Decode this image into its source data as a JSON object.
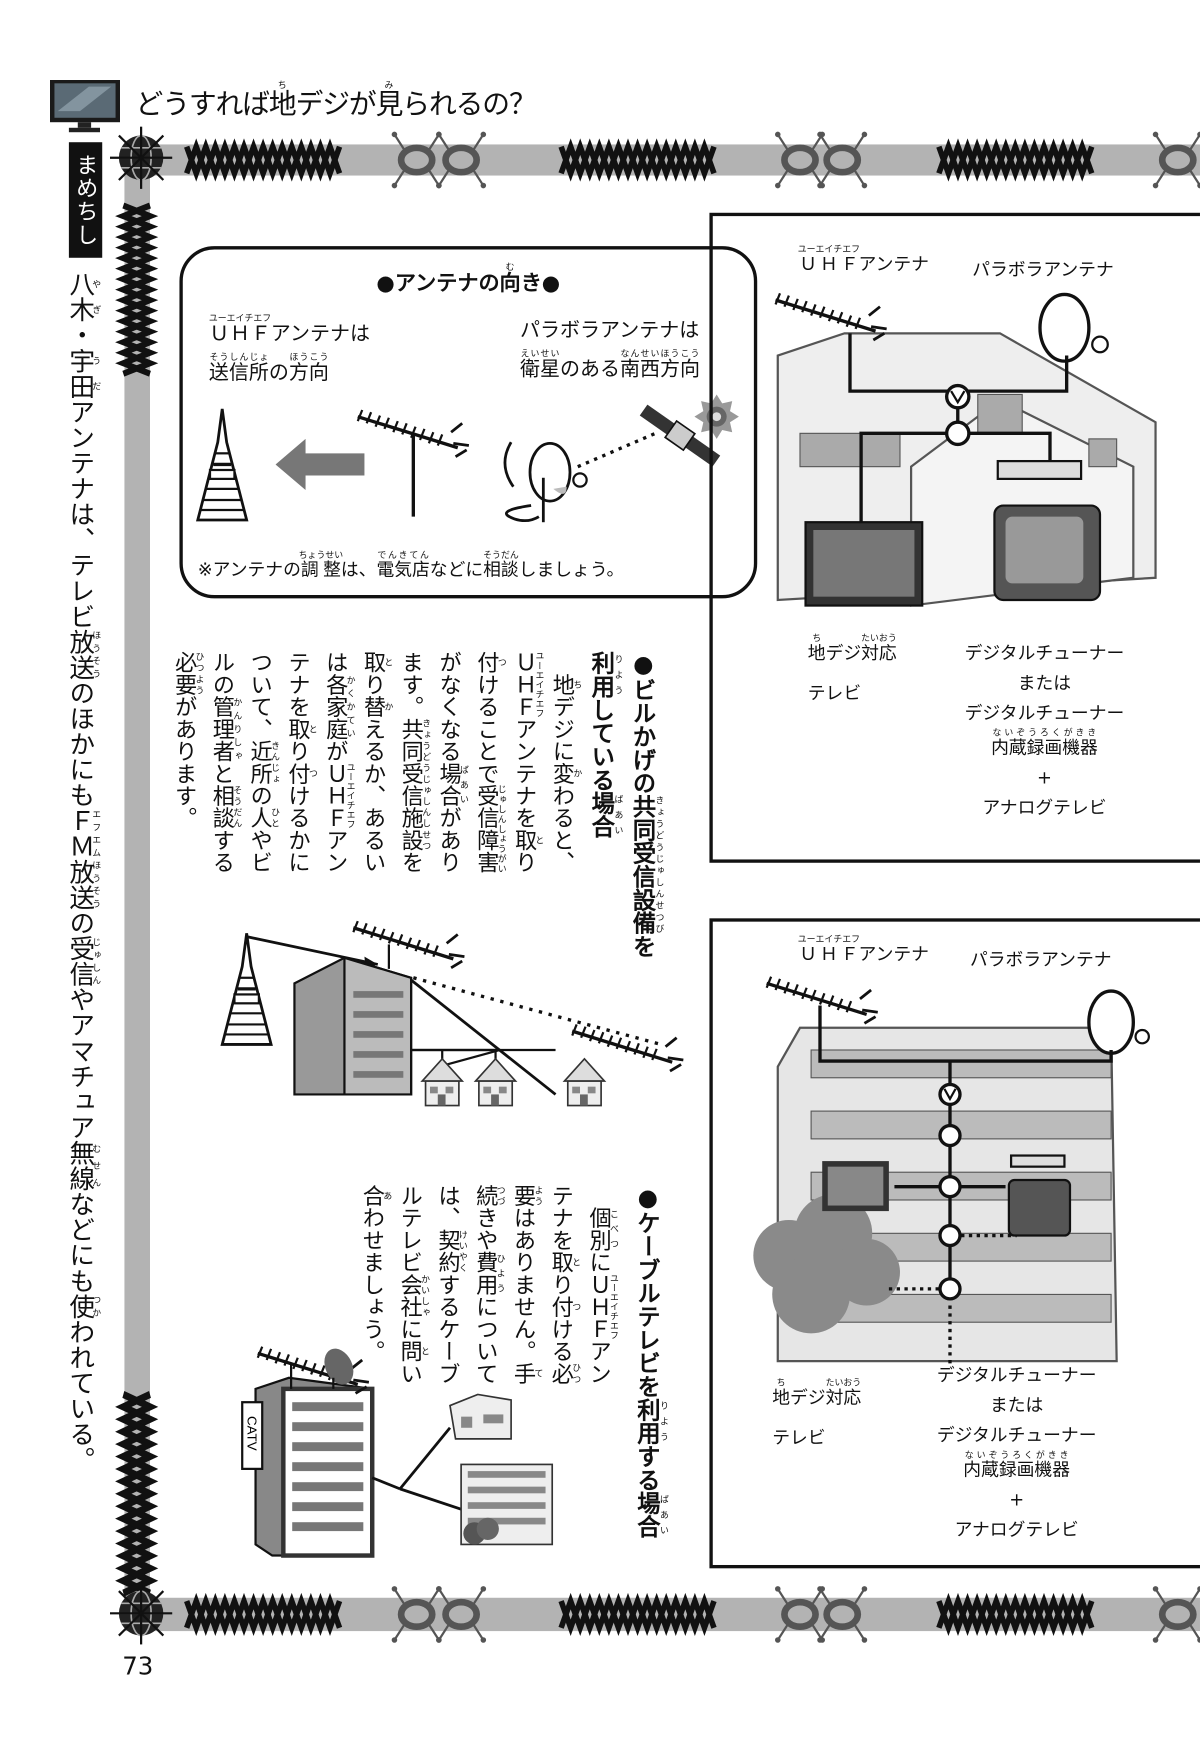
{
  "header": {
    "title": "どうすれば[地|ち]デジが[見|み]られるの？",
    "section_badge": "まめちしき"
  },
  "sidebar": {
    "trivia": "[八木|やぎ]・[宇田|うだ]アンテナは、テレビ[放送|ほうそう]のほかにも[ＦＭ放送|エフエムほうそう]の[受信|じゅしん]やアマチュア[無線|むせん]などにも[使|つか]われている。"
  },
  "antenna_box": {
    "title": "●アンテナの[向|む]き●",
    "uhf_line1": "[ＵＨＦ|ユーエイチエフ]アンテナは",
    "uhf_line2": "[送信所|そうしんじょ]の[方向|ほうこう]",
    "parabola_line1": "パラボラアンテナは",
    "parabola_line2": "[衛星|えいせい]のある[南西方向|なんせいほうこう]",
    "note": "※アンテナの[調整|ちょうせい]は、[電気店|でんきてん]などに[相談|そうだん]しましょう。"
  },
  "building_section": {
    "heading": [
      "●ビルかげの[共同受信設備|きょうどうじゅしんせつび]を",
      "[利用|りよう]している[場合|ばあい]"
    ],
    "body": [
      "　[地|ち]デジに[変|か]わると、",
      "[ＵＨＦ|ユーエイチエフ]アンテナを[取|と]り",
      "[付|つ]けることで[受信障害|じゅしんしょうがい]",
      "がなくなる[場合|ばあい]があり",
      "ます。[共同受信施設|きょうどうじゅしんしせつ]を",
      "[取|と]り[替|か]えるか、あるい",
      "は[各家庭|かくかてい]が[ＵＨＦ|ユーエイチエフ]アン",
      "テナを[取|と]り[付|つ]けるかに",
      "ついて、[近所|きんじょ]の[人|ひと]やビ",
      "ルの[管理者|かんりしゃ]と[相談|そうだん]する",
      "[必要|ひつよう]があります。"
    ]
  },
  "cable_section": {
    "heading": [
      "●ケーブルテレビを[利用|りよう]する[場合|ばあい]"
    ],
    "body": [
      "　[個別|こべつ]に[ＵＨＦ|ユーエイチエフ]アン",
      "テナを[取|と]り[付|つ]ける[必|ひつ]",
      "[要|よう]はありません。[手|て]",
      "[続|つづ]きや[費用|ひよう]について",
      "は、[契約|けいやく]するケーブ",
      "ルテレビ[会社|かいしゃ]に[問|と]い",
      "[合|あ]わせましょう。"
    ],
    "sign": "CATV"
  },
  "panels": [
    {
      "uhf": "[ＵＨＦ|ユーエイチエフ]アンテナ",
      "parabola": "パラボラアンテナ",
      "tv_line1": "[地|ち]デジ[対応|たいおう]",
      "tv_line2": "テレビ",
      "alt": [
        "デジタルチューナー",
        "または",
        "デジタルチューナー",
        "[内蔵録画機器|ないぞうろくがきき]",
        "+",
        "アナログテレビ"
      ]
    },
    {
      "uhf": "[ＵＨＦ|ユーエイチエフ]アンテナ",
      "parabola": "パラボラアンテナ",
      "tv_line1": "[地|ち]デジ[対応|たいおう]",
      "tv_line2": "テレビ",
      "alt": [
        "デジタルチューナー",
        "または",
        "デジタルチューナー",
        "[内蔵録画機器|ないぞうろくがきき]",
        "+",
        "アナログテレビ"
      ]
    }
  ],
  "footer": {
    "page_number": "73"
  },
  "colors": {
    "band": "#b3b3b3",
    "ornament": "#555555",
    "ink": "#111111"
  }
}
